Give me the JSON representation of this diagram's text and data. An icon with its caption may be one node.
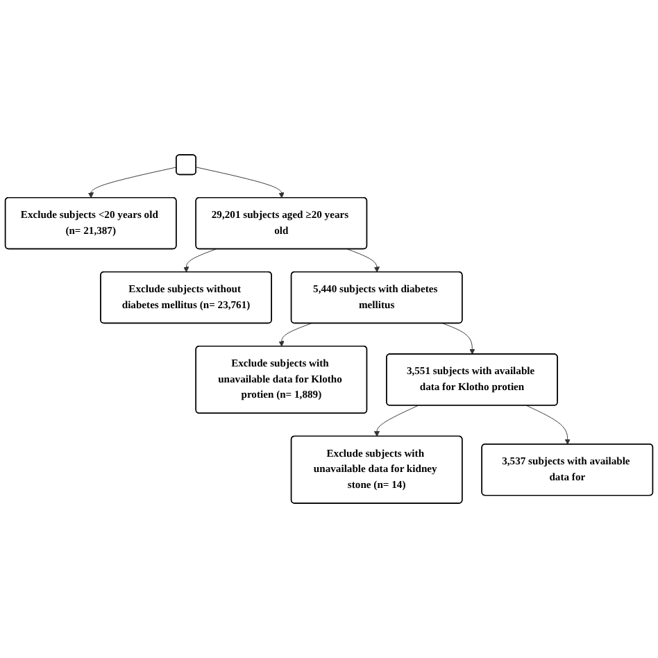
{
  "diagram": {
    "nodes": [
      {
        "text": [],
        "shape": "box"
      },
      {
        "text": [
          "Exclude subjects <20 years old (n= 21,387)"
        ]
      },
      {
        "text": [
          "29,201 subjects aged ≥20 years old"
        ]
      },
      {
        "text": [
          "Exclude subjects without diabetes mellitus (n= 23,761)"
        ]
      },
      {
        "text": [
          "5,440 subjects with diabetes mellitus"
        ]
      },
      {
        "text": [
          "Exclude subjects with unavailable data for Klotho protien (n= 1,889)"
        ]
      },
      {
        "text": [
          "3,551 subjects with available data for Klotho protien"
        ]
      },
      {
        "text": [
          "Exclude subjects with unavailable data for kidney stone (n= 14)"
        ]
      },
      {
        "text": [
          "3,537 subjects with available data for"
        ]
      }
    ],
    "edges": [
      {
        "from": 0,
        "to": 1,
        "arrow": "to"
      },
      {
        "from": 0,
        "to": 2,
        "arrow": "to"
      },
      {
        "from": 2,
        "to": 3,
        "arrow": "to"
      },
      {
        "from": 2,
        "to": 4,
        "arrow": "to"
      },
      {
        "from": 4,
        "to": 5,
        "arrow": "to"
      },
      {
        "from": 4,
        "to": 6,
        "arrow": "to"
      },
      {
        "from": 6,
        "to": 7,
        "arrow": "to"
      },
      {
        "from": 6,
        "to": 8,
        "arrow": "to"
      }
    ]
  }
}
